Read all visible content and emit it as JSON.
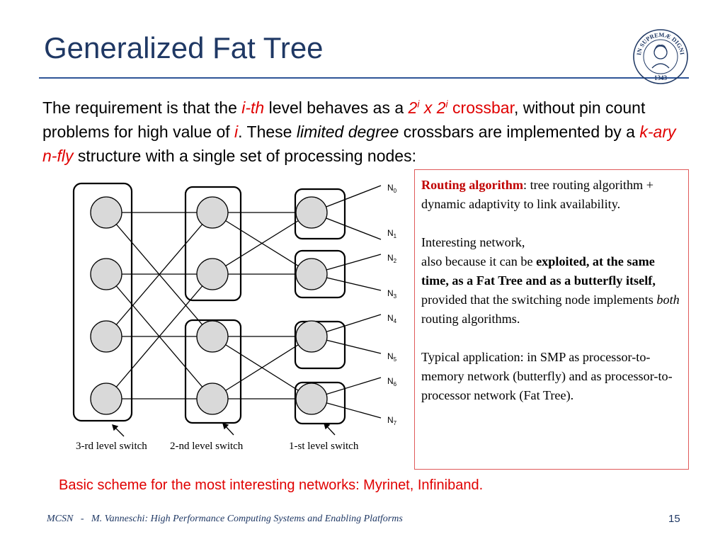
{
  "slide": {
    "title": "Generalized Fat Tree",
    "page_number": "15",
    "footer": {
      "course": "MCSN",
      "separator": "-",
      "author_course": "M. Vanneschi: High Performance Computing Systems and Enabling Platforms"
    },
    "seal": {
      "top_text": "IN SUPREMÆ DIGNITATIS",
      "year": "1343"
    }
  },
  "intro": {
    "t1": "The requirement is that the ",
    "ith": "i-th",
    "t2": " level behaves as a ",
    "base1": "2",
    "exp1": "i",
    "x": " x ",
    "base2": "2",
    "exp2": "i",
    "crossbar": " crossbar",
    "t3": ", without pin count problems for high value of ",
    "i": "i",
    "t4": ". These ",
    "limited": "limited degree",
    "t5": " crossbars are implemented by a ",
    "kary": "k-ary n-fly",
    "t6": " structure with a single set of processing nodes:"
  },
  "routing_box": {
    "title": "Routing algorithm",
    "title_rest": ": tree routing algorithm + dynamic adaptivity to link availability.",
    "p2_line1": "Interesting network,",
    "p2_line2": "also because it can be ",
    "p2_bold": "exploited, at the same time, as a Fat Tree and as a butterfly itself,",
    "p2_line3": "provided that the switching node implements ",
    "p2_both": "both",
    "p2_line3_end": " routing algorithms.",
    "p3": "Typical application: in SMP as processor-to-memory network (butterfly) and as processor-to-processor network (Fat Tree)."
  },
  "diagram": {
    "node_letter": "N",
    "node_indices": [
      "0",
      "1",
      "2",
      "3",
      "4",
      "5",
      "6",
      "7"
    ],
    "labels": {
      "level3": "3-rd level switch",
      "level2": "2-nd level switch",
      "level1": "1-st level switch"
    }
  },
  "bottom_note": "Basic scheme for the most interesting networks: Myrinet, Infiniband.",
  "colors": {
    "title": "#1f3864",
    "accent_red": "#e00000",
    "box_border": "#e05a5a",
    "node_fill": "#d9d9d9"
  }
}
